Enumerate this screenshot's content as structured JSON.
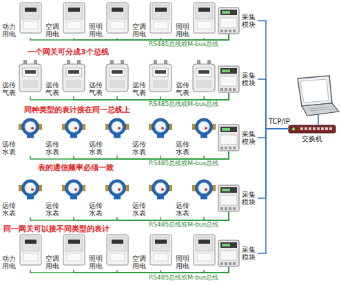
{
  "diagram": {
    "nodes": [
      {
        "text": [
          "动力 用电"
        ]
      },
      {
        "text": [
          "空调 用电"
        ]
      },
      {
        "text": [
          "照明 用电"
        ]
      },
      {
        "text": [
          "空调 用电"
        ]
      },
      {
        "text": [
          "照明 用电"
        ]
      },
      {
        "text": [
          "采集 模块"
        ]
      },
      {
        "text": [
          "远传 气表"
        ]
      },
      {
        "text": [
          "远传 气表"
        ]
      },
      {
        "text": [
          "远传 气表"
        ]
      },
      {
        "text": [
          "远传 气表"
        ]
      },
      {
        "text": [
          "远传 气表"
        ]
      },
      {
        "text": [
          "采集 模块"
        ]
      },
      {
        "text": [
          "远传 水表"
        ]
      },
      {
        "text": [
          "远传 水表"
        ]
      },
      {
        "text": [
          "远传 水表"
        ]
      },
      {
        "text": [
          "远传 水表"
        ]
      },
      {
        "text": [
          "远传 水表"
        ]
      },
      {
        "text": [
          "采集 模块"
        ]
      },
      {
        "text": [
          "远传 水表"
        ]
      },
      {
        "text": [
          "远传 水表"
        ]
      },
      {
        "text": [
          "远传 水表"
        ]
      },
      {
        "text": [
          "远传 水表"
        ]
      },
      {
        "text": [
          "远传 水表"
        ]
      },
      {
        "text": [
          "采集 模块"
        ]
      },
      {
        "text": [
          "动力 用电"
        ]
      },
      {
        "text": [
          "空调 用电"
        ]
      },
      {
        "text": [
          "照明 用电"
        ]
      },
      {
        "text": [
          "空调 用电"
        ]
      },
      {
        "text": [
          "照明 用电"
        ]
      },
      {
        "text": [
          "采集 模块"
        ]
      },
      {
        "text": [
          "交换机"
        ]
      }
    ],
    "edges": [
      {
        "from": 0,
        "to": 5,
        "arrow": "none"
      },
      {
        "from": 1,
        "to": 5,
        "arrow": "none"
      },
      {
        "from": 2,
        "to": 5,
        "arrow": "none"
      },
      {
        "from": 3,
        "to": 5,
        "arrow": "none"
      },
      {
        "from": 4,
        "to": 5,
        "arrow": "none"
      },
      {
        "from": 6,
        "to": 11,
        "arrow": "none"
      },
      {
        "from": 7,
        "to": 11,
        "arrow": "none"
      },
      {
        "from": 8,
        "to": 11,
        "arrow": "none"
      },
      {
        "from": 9,
        "to": 11,
        "arrow": "none"
      },
      {
        "from": 10,
        "to": 11,
        "arrow": "none"
      },
      {
        "from": 12,
        "to": 17,
        "arrow": "none"
      },
      {
        "from": 13,
        "to": 17,
        "arrow": "none"
      },
      {
        "from": 14,
        "to": 17,
        "arrow": "none"
      },
      {
        "from": 15,
        "to": 17,
        "arrow": "none"
      },
      {
        "from": 16,
        "to": 17,
        "arrow": "none"
      },
      {
        "from": 18,
        "to": 23,
        "arrow": "none"
      },
      {
        "from": 19,
        "to": 23,
        "arrow": "none"
      },
      {
        "from": 20,
        "to": 23,
        "arrow": "none"
      },
      {
        "from": 21,
        "to": 23,
        "arrow": "none"
      },
      {
        "from": 22,
        "to": 23,
        "arrow": "none"
      },
      {
        "from": 24,
        "to": 29,
        "arrow": "none"
      },
      {
        "from": 25,
        "to": 29,
        "arrow": "none"
      },
      {
        "from": 26,
        "to": 29,
        "arrow": "none"
      },
      {
        "from": 27,
        "to": 29,
        "arrow": "none"
      },
      {
        "from": 28,
        "to": 29,
        "arrow": "none"
      },
      {
        "from": 5,
        "to": 30,
        "arrow": "none"
      },
      {
        "from": 11,
        "to": 30,
        "arrow": "none"
      },
      {
        "from": 17,
        "to": 30,
        "arrow": "none"
      },
      {
        "from": 23,
        "to": 30,
        "arrow": "none"
      },
      {
        "from": 29,
        "to": 30,
        "arrow": "none"
      }
    ],
    "labels": [
      "RS485总线或M-bus总线",
      "一个网关可分成3个总线",
      "RS485总线或M-bus总线",
      "同种类型的表计接在同一总线上",
      "RS485总线或M-bus总线",
      "表的通信频率必须一致",
      "TCP/IP",
      "RS485总线或M-bus总线",
      "同一网关可以接不同类型的表计",
      "RS485总线或M-bus总线"
    ]
  }
}
